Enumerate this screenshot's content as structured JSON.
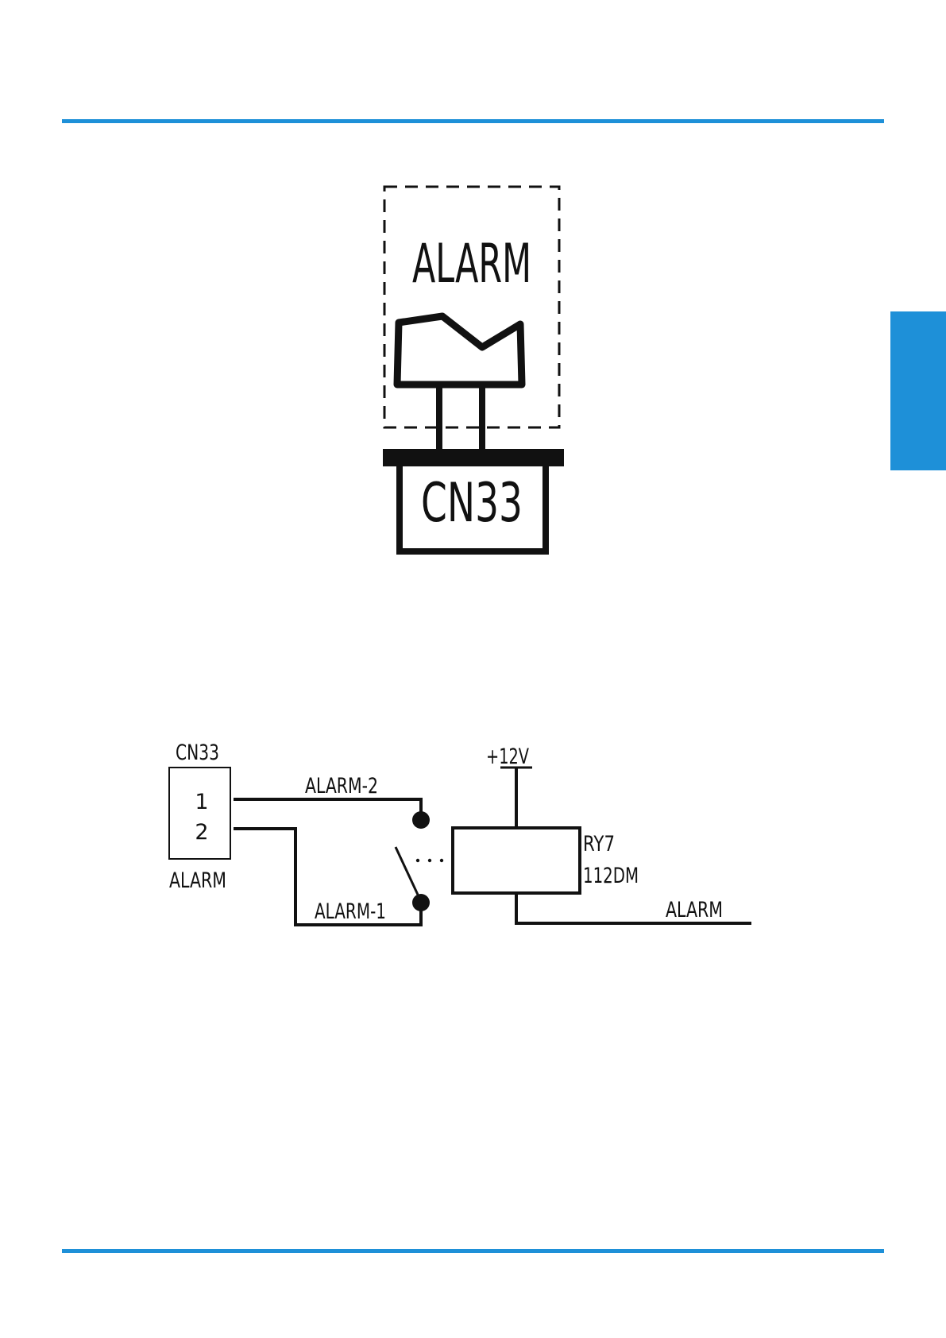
{
  "colors": {
    "accent": "#1e90d8",
    "ink": "#111111"
  },
  "connector_drawing": {
    "device_label": "ALARM",
    "connector_label": "CN33"
  },
  "schematic": {
    "connector_label": "CN33",
    "pin1": "1",
    "pin2": "2",
    "connector_caption": "ALARM",
    "wire_top_label": "ALARM-2",
    "wire_bottom_label": "ALARM-1",
    "supply_label": "+12V",
    "relay_label": "RY7",
    "relay_part": "112DM",
    "output_label": "ALARM"
  }
}
